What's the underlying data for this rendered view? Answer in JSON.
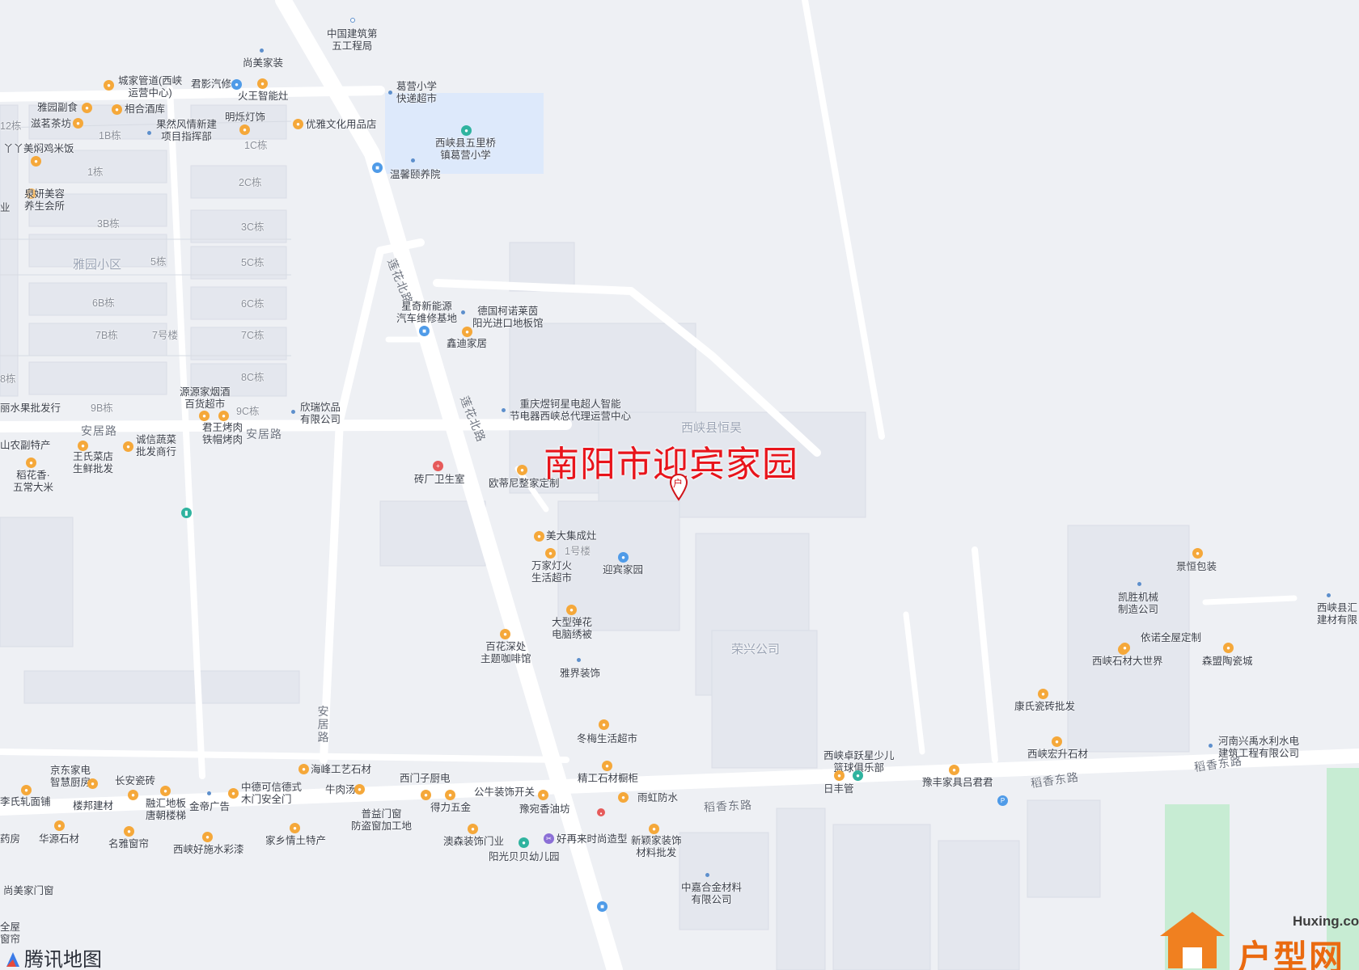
{
  "map": {
    "marker_title": "南阳市迎宾家园",
    "marker_glyph": "户",
    "provider": "腾讯地图",
    "watermark_url": "Huxing.com",
    "watermark_logo": "户型网"
  },
  "roads": {
    "lianhua_n1": "莲花北路",
    "lianhua_n2": "莲花北路",
    "anju_1": "安居路",
    "anju_2": "安居路",
    "anju_v": "安居路",
    "daoxiang_1": "稻香东路",
    "daoxiang_2": "稻香东路",
    "daoxiang_3": "稻香东路"
  },
  "areas": {
    "yayuan": "雅园小区",
    "rongxing": "荣兴公司",
    "hengji": "西峡县恒昊"
  },
  "buildings": {
    "b12": "12栋",
    "b1B": "1B栋",
    "b1C": "1C栋",
    "b1": "1栋",
    "b2C": "2C栋",
    "b3B": "3B栋",
    "b3C": "3C栋",
    "b5": "5栋",
    "b5C": "5C栋",
    "b6B": "6B栋",
    "b6C": "6C栋",
    "b7B": "7B栋",
    "b7": "7号楼",
    "b7C": "7C栋",
    "b8": "8栋",
    "b8C": "8C栋",
    "b9B": "9B栋",
    "b9C": "9C栋",
    "b1h": "1号楼"
  },
  "pois": {
    "p01": "中国建筑第\n五工程局",
    "p02": "尚美家装",
    "p03": "城家管道(西峡\n运营中心)",
    "p04": "君影汽修",
    "p05": "火王智能灶",
    "p06": "葛营小学\n快递超市",
    "p07": "雅园副食",
    "p08": "相合酒库",
    "p09": "明烁灯饰",
    "p10": "滋茗茶坊",
    "p11": "果然风情新建\n项目指挥部",
    "p12": "优雅文化用品店",
    "p13": "西峡县五里桥\n镇葛营小学",
    "p14": "丫丫美焖鸡米饭",
    "p15": "温馨颐养院",
    "p16": "泉妍美容\n养生会所",
    "p17": "业",
    "p18": "星奇新能源\n汽车维修基地",
    "p19": "德国柯诺莱茵\n阳光进口地板馆",
    "p20": "鑫迪家居",
    "p21": "丽水果批发行",
    "p22": "源源家烟酒\n百货超市",
    "p23": "欣瑞饮品\n有限公司",
    "p24": "重庆煜钶星电超人智能\n节电器西峡总代理运营中心",
    "p25": "君王烤肉",
    "p26": "铁帽烤肉",
    "p27": "山农副特产",
    "p28": "诚信蔬菜\n批发商行",
    "p29": "王氏菜店\n生鲜批发",
    "p30": "砖厂卫生室",
    "p31": "欧蒂尼整家定制",
    "p32": "稻花香·\n五常大米",
    "p33": "美大集成灶",
    "p34": "万家灯火\n生活超市",
    "p35": "迎宾家园",
    "p36": "景恒包装",
    "p37": "大型弹花\n电脑绣被",
    "p38": "凯胜机械\n制造公司",
    "p39": "西峡县汇\n建材有限",
    "p40": "百花深处\n主题咖啡馆",
    "p41": "依诺全屋定制",
    "p42": "西峡石材大世界",
    "p43": "森盟陶瓷城",
    "p44": "雅界装饰",
    "p45": "康氏瓷砖批发",
    "p46": "冬梅生活超市",
    "p47": "西峡卓跃星少儿\n篮球俱乐部",
    "p48": "西峡宏升石材",
    "p49": "河南兴禹水利水电\n建筑工程有限公司",
    "p50": "京东家电\n智慧厨房",
    "p51": "海峰工艺石材",
    "p52": "西门子厨电",
    "p53": "精工石材橱柜",
    "p54": "日丰管",
    "p55": "豫丰家具吕君君",
    "p56": "李氏轧面铺",
    "p57": "楼邦建材",
    "p58": "长安瓷砖",
    "p59": "融汇地板\n唐朝楼梯",
    "p60": "金帝广告",
    "p61": "中德可信德式\n木门安全门",
    "p62": "牛肉汤",
    "p63": "得力五金",
    "p64": "公牛装饰开关",
    "p65": "雨虹防水",
    "p66": "普益门窗\n防盗窗加工地",
    "p67": "豫宛香油坊",
    "p68": "药房",
    "p69": "华源石材",
    "p70": "名雅窗帘",
    "p71": "西峡好施水彩漆",
    "p72": "家乡情土特产",
    "p73": "澳森装饰门业",
    "p74": "好再来时尚造型",
    "p75": "新颖家装饰\n材料批发",
    "p76": "阳光贝贝幼儿园",
    "p77": "尚美家门窗",
    "p78": "中嘉合金材料\n有限公司",
    "p79": "全屋\n窗帘"
  },
  "colors": {
    "background": "#eef0f4",
    "road": "#ffffff",
    "block": "#e4e7ee",
    "school": "#dde9fb",
    "park": "#c7ecd3",
    "poi_orange": "#f5a83a",
    "poi_blue": "#4f9be8",
    "title_red": "#e8141b",
    "logo_orange": "#ea6a10"
  }
}
